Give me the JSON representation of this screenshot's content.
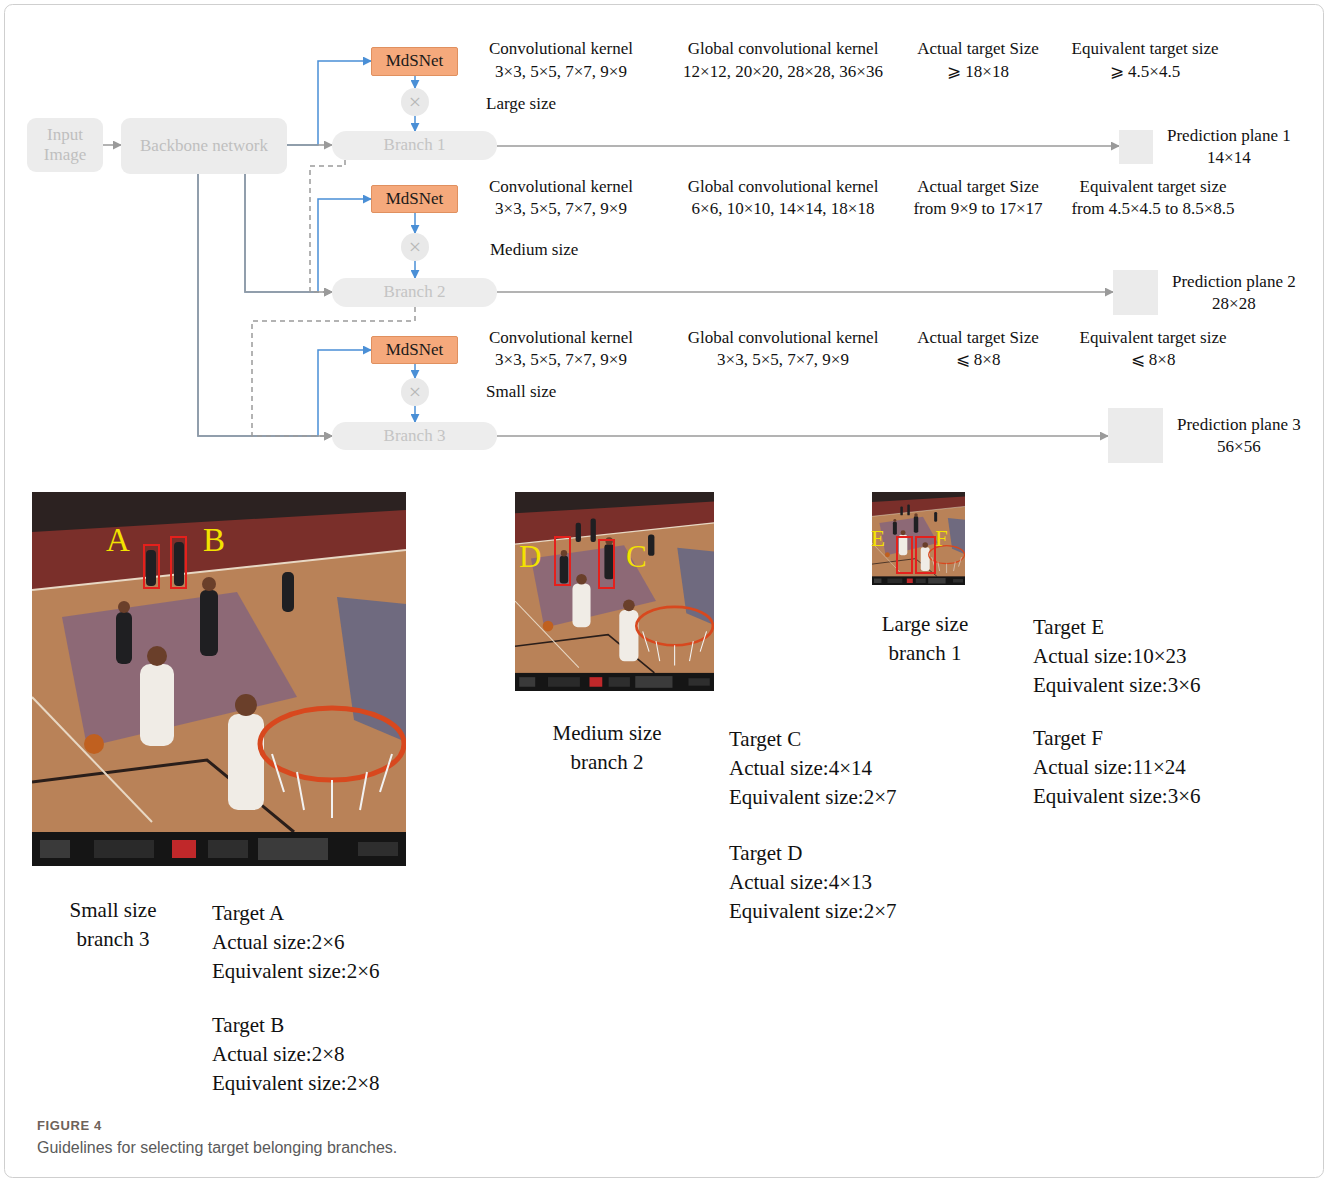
{
  "diagram": {
    "caption": "Guidelines for selecting target belonging branches.",
    "nodes": [
      {
        "text": [
          "Input Image"
        ]
      },
      {
        "text": [
          "Backbone network"
        ]
      },
      {
        "text": [
          "MdSNet"
        ]
      },
      {
        "text": [
          "×"
        ]
      },
      {
        "text": [
          "Branch 1"
        ]
      },
      {
        "text": [
          "Prediction plane 1",
          "14×14"
        ]
      },
      {
        "text": [
          "MdSNet"
        ]
      },
      {
        "text": [
          "×"
        ]
      },
      {
        "text": [
          "Branch 2"
        ]
      },
      {
        "text": [
          "Prediction plane 2",
          "28×28"
        ]
      },
      {
        "text": [
          "MdSNet"
        ]
      },
      {
        "text": [
          "×"
        ]
      },
      {
        "text": [
          "Branch 3"
        ]
      },
      {
        "text": [
          "Prediction plane 3",
          "56×56"
        ]
      }
    ],
    "edges": [
      {
        "from": 0,
        "to": 1,
        "arrow": "to"
      },
      {
        "from": 1,
        "to": 4,
        "arrow": "to"
      },
      {
        "from": 1,
        "to": 2,
        "arrow": "to"
      },
      {
        "from": 2,
        "to": 3,
        "arrow": "to"
      },
      {
        "from": 3,
        "to": 4,
        "arrow": "to"
      },
      {
        "from": 4,
        "to": 5,
        "arrow": "to"
      },
      {
        "from": 1,
        "to": 8,
        "arrow": "to"
      },
      {
        "from": 1,
        "to": 6,
        "arrow": "to"
      },
      {
        "from": 4,
        "to": 8,
        "arrow": "to"
      },
      {
        "from": 6,
        "to": 7,
        "arrow": "to"
      },
      {
        "from": 7,
        "to": 8,
        "arrow": "to"
      },
      {
        "from": 8,
        "to": 9,
        "arrow": "to"
      },
      {
        "from": 8,
        "to": 12,
        "arrow": "to"
      },
      {
        "from": 1,
        "to": 12,
        "arrow": "to"
      },
      {
        "from": 1,
        "to": 10,
        "arrow": "to"
      },
      {
        "from": 10,
        "to": 11,
        "arrow": "to"
      },
      {
        "from": 11,
        "to": 12,
        "arrow": "to"
      },
      {
        "from": 12,
        "to": 13,
        "arrow": "to"
      }
    ],
    "labels": [
      "Convolutional kernel",
      "3×3, 5×5, 7×7, 9×9",
      "Large size",
      "Global convolutional kernel",
      "12×12, 20×20, 28×28, 36×36",
      "Actual target Size",
      "⩾ 18×18",
      "Equivalent target size",
      "⩾ 4.5×4.5",
      "Convolutional kernel",
      "3×3, 5×5, 7×7, 9×9",
      "Medium size",
      "Global convolutional kernel",
      "6×6, 10×10, 14×14, 18×18",
      "Actual target Size",
      "from 9×9 to 17×17",
      "Equivalent target size",
      "from 4.5×4.5 to 8.5×8.5",
      "Convolutional kernel",
      "3×3, 5×5, 7×7, 9×9",
      "Small size",
      "Global convolutional kernel",
      "3×3, 5×5, 7×7, 9×9",
      "Actual target Size",
      "⩽ 8×8",
      "Equivalent target size",
      "⩽ 8×8",
      "A",
      "B",
      "D",
      "C",
      "E",
      "F",
      "Small size branch 3",
      "Target A",
      "Actual size:2×6",
      "Equivalent size:2×6",
      "Target B",
      "Actual size:2×8",
      "Equivalent size:2×8",
      "Medium size branch 2",
      "Target C",
      "Actual size:4×14",
      "Equivalent size:2×7",
      "Target D",
      "Actual size:4×13",
      "Equivalent size:2×7",
      "Large size branch 1",
      "Target E",
      "Actual size:10×23",
      "Equivalent size:3×6",
      "Target F",
      "Actual size:11×24",
      "Equivalent size:3×6",
      "FIGURE 4"
    ]
  }
}
